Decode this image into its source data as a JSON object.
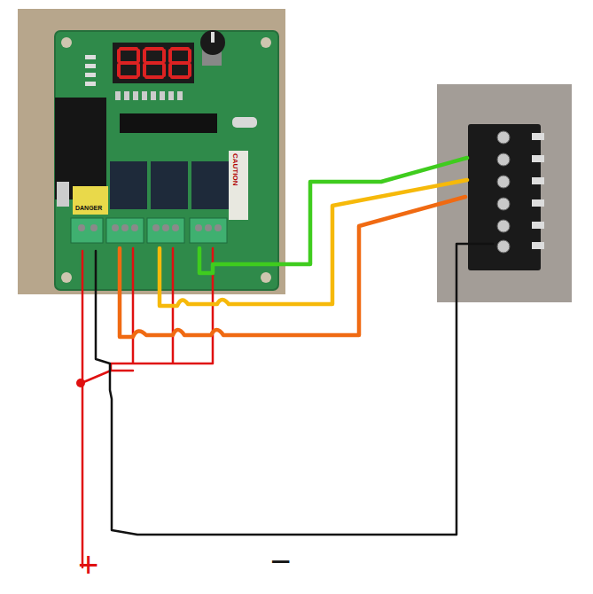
{
  "diagram": {
    "labels": [
      "CAUTION",
      "DANGER",
      "+",
      "−"
    ]
  }
}
